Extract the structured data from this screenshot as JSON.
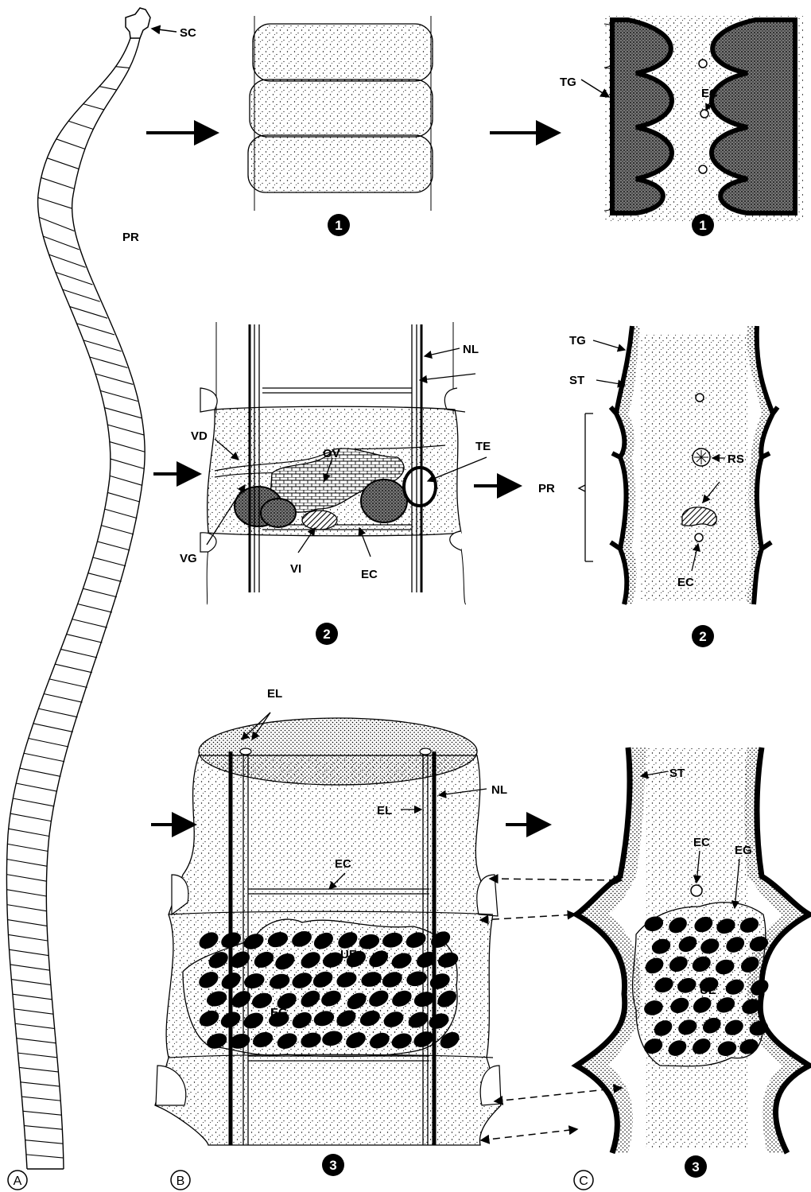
{
  "figure": {
    "panels": {
      "a": "A",
      "b": "B",
      "c": "C"
    },
    "stage_numbers": {
      "one": "1",
      "two": "2",
      "three": "3"
    },
    "labels": {
      "sc": "SC",
      "pr": "PR",
      "tg": "TG",
      "ec": "EC",
      "nl": "NL",
      "st": "ST",
      "vd": "VD",
      "ov": "OV",
      "te": "TE",
      "vg": "VG",
      "vi": "VI",
      "rs": "RS",
      "el": "EL",
      "eg": "EG",
      "ue": "UE"
    }
  },
  "colors": {
    "ink": "#000000",
    "paper": "#ffffff"
  }
}
